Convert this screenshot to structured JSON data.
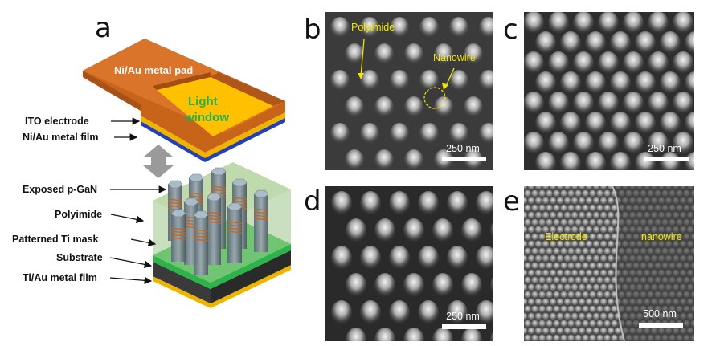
{
  "panels": {
    "a": {
      "letter": "a",
      "pad_label": "Ni/Au metal pad",
      "window_label_line1": "Light",
      "window_label_line2": "window",
      "layers": [
        {
          "key": "ito",
          "label": "ITO electrode"
        },
        {
          "key": "niau_film",
          "label": "Ni/Au metal film"
        },
        {
          "key": "pgan",
          "label": "Exposed p-GaN"
        },
        {
          "key": "polyimide",
          "label": "Polyimide"
        },
        {
          "key": "timask",
          "label": "Patterned Ti mask"
        },
        {
          "key": "substrate",
          "label": "Substrate"
        },
        {
          "key": "tiau_film",
          "label": "Ti/Au metal film"
        }
      ]
    },
    "b": {
      "letter": "b",
      "scale": "250 nm",
      "label_polyimide": "Polyimide",
      "label_nanowire": "Nanowire"
    },
    "c": {
      "letter": "c",
      "scale": "250 nm"
    },
    "d": {
      "letter": "d",
      "scale": "250 nm"
    },
    "e": {
      "letter": "e",
      "scale": "500 nm",
      "label_electrode": "Electrode",
      "label_nanowire": "nanowire"
    }
  },
  "colors": {
    "pad": "#c8641a",
    "window": "#ffc000",
    "window_text": "#22b14c",
    "ito_blue": "#1f3fbf",
    "polyimide": "#9ec48a",
    "ti_mask": "#2db34a",
    "substrate": "#3a3a3a",
    "gold": "#f0b400",
    "annotation_yellow": "#f2e600"
  }
}
